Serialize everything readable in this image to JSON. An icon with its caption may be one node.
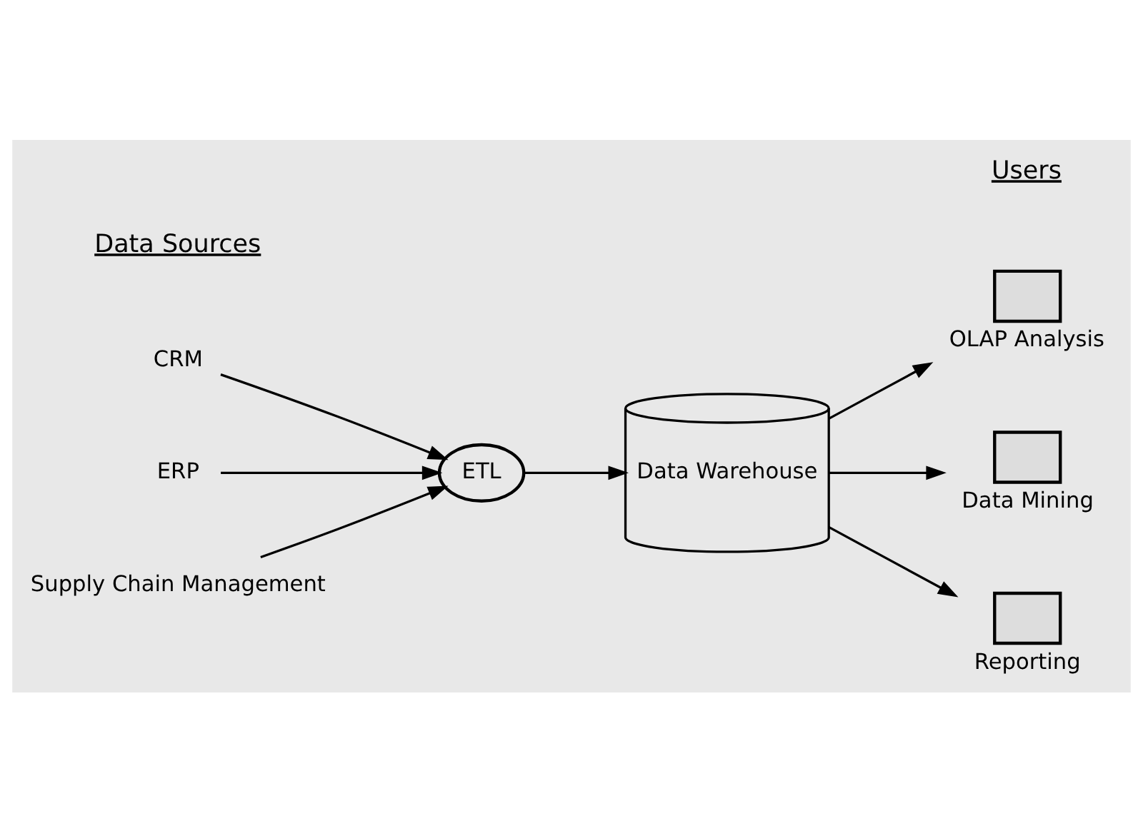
{
  "diagram": {
    "nodes": [
      {
        "text": [
          "CRM"
        ]
      },
      {
        "text": [
          "ERP"
        ]
      },
      {
        "text": [
          "Supply Chain Management"
        ]
      },
      {
        "text": [
          "ETL"
        ]
      },
      {
        "text": [
          "Data Warehouse"
        ]
      },
      {
        "text": [],
        "shape": "picture",
        "beside": [
          "OLAP Analysis"
        ]
      },
      {
        "text": [],
        "shape": "picture",
        "beside": [
          "Data Mining"
        ]
      },
      {
        "text": [],
        "shape": "picture",
        "beside": [
          "Reporting"
        ]
      }
    ],
    "edges": [
      {
        "from": 0,
        "to": 3,
        "arrow": "to"
      },
      {
        "from": 1,
        "to": 3,
        "arrow": "to"
      },
      {
        "from": 2,
        "to": 3,
        "arrow": "to"
      },
      {
        "from": 3,
        "to": 4,
        "arrow": "to"
      },
      {
        "from": 4,
        "to": 5,
        "arrow": "to"
      },
      {
        "from": 4,
        "to": 6,
        "arrow": "to"
      },
      {
        "from": 4,
        "to": 7,
        "arrow": "to"
      }
    ],
    "labels": [
      "Data Sources",
      "Users"
    ]
  }
}
